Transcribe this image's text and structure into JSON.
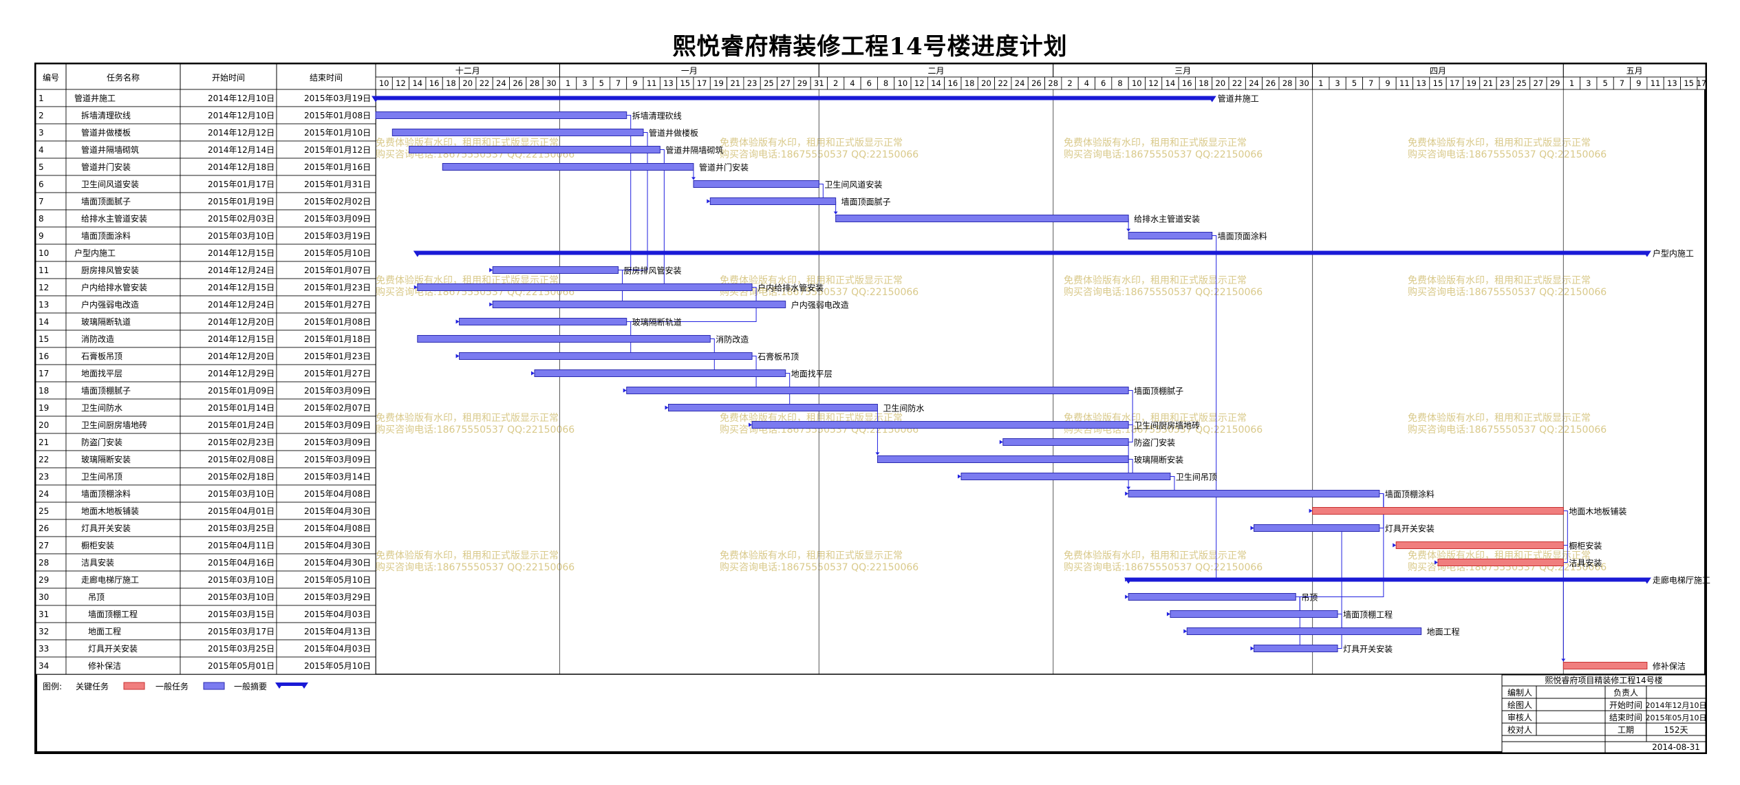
{
  "title": "熙悦睿府精装修工程14号楼进度计划",
  "colors": {
    "summary": "#1a1ad6",
    "normal_fill": "#7b7bf0",
    "normal_stroke": "#2a2ab0",
    "critical_fill": "#f07e7e",
    "critical_stroke": "#c83030",
    "link": "#2020e0",
    "watermark": "#d9c98a",
    "grid": "#000000"
  },
  "headers": {
    "id": "编号",
    "name": "任务名称",
    "start": "开始时间",
    "end": "结束时间"
  },
  "months": [
    {
      "label": "十二月",
      "start": "2014-12-10",
      "end": "2014-12-31"
    },
    {
      "label": "一月",
      "start": "2015-01-01",
      "end": "2015-01-31"
    },
    {
      "label": "二月",
      "start": "2015-02-01",
      "end": "2015-02-28"
    },
    {
      "label": "三月",
      "start": "2015-03-01",
      "end": "2015-03-31"
    },
    {
      "label": "四月",
      "start": "2015-04-01",
      "end": "2015-04-30"
    },
    {
      "label": "五月",
      "start": "2015-05-01",
      "end": "2015-05-17"
    }
  ],
  "day_ticks": [
    {
      "date": "2014-12-10",
      "label": "10"
    },
    {
      "date": "2014-12-12",
      "label": "12"
    },
    {
      "date": "2014-12-14",
      "label": "14"
    },
    {
      "date": "2014-12-16",
      "label": "16"
    },
    {
      "date": "2014-12-18",
      "label": "18"
    },
    {
      "date": "2014-12-20",
      "label": "20"
    },
    {
      "date": "2014-12-22",
      "label": "22"
    },
    {
      "date": "2014-12-24",
      "label": "24"
    },
    {
      "date": "2014-12-26",
      "label": "26"
    },
    {
      "date": "2014-12-28",
      "label": "28"
    },
    {
      "date": "2014-12-30",
      "label": "30"
    },
    {
      "date": "2015-01-01",
      "label": "1"
    },
    {
      "date": "2015-01-03",
      "label": "3"
    },
    {
      "date": "2015-01-05",
      "label": "5"
    },
    {
      "date": "2015-01-07",
      "label": "7"
    },
    {
      "date": "2015-01-09",
      "label": "9"
    },
    {
      "date": "2015-01-11",
      "label": "11"
    },
    {
      "date": "2015-01-13",
      "label": "13"
    },
    {
      "date": "2015-01-15",
      "label": "15"
    },
    {
      "date": "2015-01-17",
      "label": "17"
    },
    {
      "date": "2015-01-19",
      "label": "19"
    },
    {
      "date": "2015-01-21",
      "label": "21"
    },
    {
      "date": "2015-01-23",
      "label": "23"
    },
    {
      "date": "2015-01-25",
      "label": "25"
    },
    {
      "date": "2015-01-27",
      "label": "27"
    },
    {
      "date": "2015-01-29",
      "label": "29"
    },
    {
      "date": "2015-01-31",
      "label": "31"
    },
    {
      "date": "2015-02-02",
      "label": "2"
    },
    {
      "date": "2015-02-04",
      "label": "4"
    },
    {
      "date": "2015-02-06",
      "label": "6"
    },
    {
      "date": "2015-02-08",
      "label": "8"
    },
    {
      "date": "2015-02-10",
      "label": "10"
    },
    {
      "date": "2015-02-12",
      "label": "12"
    },
    {
      "date": "2015-02-14",
      "label": "14"
    },
    {
      "date": "2015-02-16",
      "label": "16"
    },
    {
      "date": "2015-02-18",
      "label": "18"
    },
    {
      "date": "2015-02-20",
      "label": "20"
    },
    {
      "date": "2015-02-22",
      "label": "22"
    },
    {
      "date": "2015-02-24",
      "label": "24"
    },
    {
      "date": "2015-02-26",
      "label": "26"
    },
    {
      "date": "2015-02-28",
      "label": "28"
    },
    {
      "date": "2015-03-02",
      "label": "2"
    },
    {
      "date": "2015-03-04",
      "label": "4"
    },
    {
      "date": "2015-03-06",
      "label": "6"
    },
    {
      "date": "2015-03-08",
      "label": "8"
    },
    {
      "date": "2015-03-10",
      "label": "10"
    },
    {
      "date": "2015-03-12",
      "label": "12"
    },
    {
      "date": "2015-03-14",
      "label": "14"
    },
    {
      "date": "2015-03-16",
      "label": "16"
    },
    {
      "date": "2015-03-18",
      "label": "18"
    },
    {
      "date": "2015-03-20",
      "label": "20"
    },
    {
      "date": "2015-03-22",
      "label": "22"
    },
    {
      "date": "2015-03-24",
      "label": "24"
    },
    {
      "date": "2015-03-26",
      "label": "26"
    },
    {
      "date": "2015-03-28",
      "label": "28"
    },
    {
      "date": "2015-03-30",
      "label": "30"
    },
    {
      "date": "2015-04-01",
      "label": "1"
    },
    {
      "date": "2015-04-03",
      "label": "3"
    },
    {
      "date": "2015-04-05",
      "label": "5"
    },
    {
      "date": "2015-04-07",
      "label": "7"
    },
    {
      "date": "2015-04-09",
      "label": "9"
    },
    {
      "date": "2015-04-11",
      "label": "11"
    },
    {
      "date": "2015-04-13",
      "label": "13"
    },
    {
      "date": "2015-04-15",
      "label": "15"
    },
    {
      "date": "2015-04-17",
      "label": "17"
    },
    {
      "date": "2015-04-19",
      "label": "19"
    },
    {
      "date": "2015-04-21",
      "label": "21"
    },
    {
      "date": "2015-04-23",
      "label": "23"
    },
    {
      "date": "2015-04-25",
      "label": "25"
    },
    {
      "date": "2015-04-27",
      "label": "27"
    },
    {
      "date": "2015-04-29",
      "label": "29"
    },
    {
      "date": "2015-05-01",
      "label": "1"
    },
    {
      "date": "2015-05-03",
      "label": "3"
    },
    {
      "date": "2015-05-05",
      "label": "5"
    },
    {
      "date": "2015-05-07",
      "label": "7"
    },
    {
      "date": "2015-05-09",
      "label": "9"
    },
    {
      "date": "2015-05-11",
      "label": "11"
    },
    {
      "date": "2015-05-13",
      "label": "13"
    },
    {
      "date": "2015-05-15",
      "label": "15"
    },
    {
      "date": "2015-05-17",
      "label": "17"
    }
  ],
  "chart_data": {
    "type": "gantt",
    "title": "熙悦睿府精装修工程14号楼进度计划",
    "x_range": [
      "2014-12-10",
      "2015-05-18"
    ],
    "tasks": [
      {
        "id": "1",
        "name": "管道井施工",
        "start_text": "2014年12月10日",
        "end_text": "2015年03月19日",
        "start": "2014-12-10",
        "end": "2015-03-19",
        "kind": "summary",
        "indent": 0
      },
      {
        "id": "2",
        "name": "拆墙清理砍线",
        "start_text": "2014年12月10日",
        "end_text": "2015年01月08日",
        "start": "2014-12-10",
        "end": "2015-01-08",
        "kind": "normal",
        "indent": 1
      },
      {
        "id": "3",
        "name": "管道井做楼板",
        "start_text": "2014年12月12日",
        "end_text": "2015年01月10日",
        "start": "2014-12-12",
        "end": "2015-01-10",
        "kind": "normal",
        "indent": 1
      },
      {
        "id": "4",
        "name": "管道井隔墙砌筑",
        "start_text": "2014年12月14日",
        "end_text": "2015年01月12日",
        "start": "2014-12-14",
        "end": "2015-01-12",
        "kind": "normal",
        "indent": 1
      },
      {
        "id": "5",
        "name": "管道井门安装",
        "start_text": "2014年12月18日",
        "end_text": "2015年01月16日",
        "start": "2014-12-18",
        "end": "2015-01-16",
        "kind": "normal",
        "indent": 1
      },
      {
        "id": "6",
        "name": "卫生间风道安装",
        "start_text": "2015年01月17日",
        "end_text": "2015年01月31日",
        "start": "2015-01-17",
        "end": "2015-01-31",
        "kind": "normal",
        "indent": 1
      },
      {
        "id": "7",
        "name": "墙面顶面腻子",
        "start_text": "2015年01月19日",
        "end_text": "2015年02月02日",
        "start": "2015-01-19",
        "end": "2015-02-02",
        "kind": "normal",
        "indent": 1
      },
      {
        "id": "8",
        "name": "给排水主管道安装",
        "start_text": "2015年02月03日",
        "end_text": "2015年03月09日",
        "start": "2015-02-03",
        "end": "2015-03-09",
        "kind": "normal",
        "indent": 1
      },
      {
        "id": "9",
        "name": "墙面顶面涂料",
        "start_text": "2015年03月10日",
        "end_text": "2015年03月19日",
        "start": "2015-03-10",
        "end": "2015-03-19",
        "kind": "normal",
        "indent": 1
      },
      {
        "id": "10",
        "name": "户型内施工",
        "start_text": "2014年12月15日",
        "end_text": "2015年05月10日",
        "start": "2014-12-15",
        "end": "2015-05-10",
        "kind": "summary",
        "indent": 0
      },
      {
        "id": "11",
        "name": "厨房排风管安装",
        "start_text": "2014年12月24日",
        "end_text": "2015年01月07日",
        "start": "2014-12-24",
        "end": "2015-01-07",
        "kind": "normal",
        "indent": 1
      },
      {
        "id": "12",
        "name": "户内给排水管安装",
        "start_text": "2014年12月15日",
        "end_text": "2015年01月23日",
        "start": "2014-12-15",
        "end": "2015-01-23",
        "kind": "normal",
        "indent": 1
      },
      {
        "id": "13",
        "name": "户内强弱电改造",
        "start_text": "2014年12月24日",
        "end_text": "2015年01月27日",
        "start": "2014-12-24",
        "end": "2015-01-27",
        "kind": "normal",
        "indent": 1
      },
      {
        "id": "14",
        "name": "玻璃隔断轨道",
        "start_text": "2014年12月20日",
        "end_text": "2015年01月08日",
        "start": "2014-12-20",
        "end": "2015-01-08",
        "kind": "normal",
        "indent": 1
      },
      {
        "id": "15",
        "name": "消防改造",
        "start_text": "2014年12月15日",
        "end_text": "2015年01月18日",
        "start": "2014-12-15",
        "end": "2015-01-18",
        "kind": "normal",
        "indent": 1
      },
      {
        "id": "16",
        "name": "石膏板吊顶",
        "start_text": "2014年12月20日",
        "end_text": "2015年01月23日",
        "start": "2014-12-20",
        "end": "2015-01-23",
        "kind": "normal",
        "indent": 1
      },
      {
        "id": "17",
        "name": "地面找平层",
        "start_text": "2014年12月29日",
        "end_text": "2015年01月27日",
        "start": "2014-12-29",
        "end": "2015-01-27",
        "kind": "normal",
        "indent": 1
      },
      {
        "id": "18",
        "name": "墙面顶棚腻子",
        "start_text": "2015年01月09日",
        "end_text": "2015年03月09日",
        "start": "2015-01-09",
        "end": "2015-03-09",
        "kind": "normal",
        "indent": 1
      },
      {
        "id": "19",
        "name": "卫生间防水",
        "start_text": "2015年01月14日",
        "end_text": "2015年02月07日",
        "start": "2015-01-14",
        "end": "2015-02-07",
        "kind": "normal",
        "indent": 1
      },
      {
        "id": "20",
        "name": "卫生间厨房墙地砖",
        "start_text": "2015年01月24日",
        "end_text": "2015年03月09日",
        "start": "2015-01-24",
        "end": "2015-03-09",
        "kind": "normal",
        "indent": 1
      },
      {
        "id": "21",
        "name": "防盗门安装",
        "start_text": "2015年02月23日",
        "end_text": "2015年03月09日",
        "start": "2015-02-23",
        "end": "2015-03-09",
        "kind": "normal",
        "indent": 1
      },
      {
        "id": "22",
        "name": "玻璃隔断安装",
        "start_text": "2015年02月08日",
        "end_text": "2015年03月09日",
        "start": "2015-02-08",
        "end": "2015-03-09",
        "kind": "normal",
        "indent": 1
      },
      {
        "id": "23",
        "name": "卫生间吊顶",
        "start_text": "2015年02月18日",
        "end_text": "2015年03月14日",
        "start": "2015-02-18",
        "end": "2015-03-14",
        "kind": "normal",
        "indent": 1
      },
      {
        "id": "24",
        "name": "墙面顶棚涂料",
        "start_text": "2015年03月10日",
        "end_text": "2015年04月08日",
        "start": "2015-03-10",
        "end": "2015-04-08",
        "kind": "normal",
        "indent": 1
      },
      {
        "id": "25",
        "name": "地面木地板铺装",
        "start_text": "2015年04月01日",
        "end_text": "2015年04月30日",
        "start": "2015-04-01",
        "end": "2015-04-30",
        "kind": "critical",
        "indent": 1
      },
      {
        "id": "26",
        "name": "灯具开关安装",
        "start_text": "2015年03月25日",
        "end_text": "2015年04月08日",
        "start": "2015-03-25",
        "end": "2015-04-08",
        "kind": "normal",
        "indent": 1
      },
      {
        "id": "27",
        "name": "橱柜安装",
        "start_text": "2015年04月11日",
        "end_text": "2015年04月30日",
        "start": "2015-04-11",
        "end": "2015-04-30",
        "kind": "critical",
        "indent": 1
      },
      {
        "id": "28",
        "name": "洁具安装",
        "start_text": "2015年04月16日",
        "end_text": "2015年04月30日",
        "start": "2015-04-16",
        "end": "2015-04-30",
        "kind": "critical",
        "indent": 1
      },
      {
        "id": "29",
        "name": "走廊电梯厅施工",
        "start_text": "2015年03月10日",
        "end_text": "2015年05月10日",
        "start": "2015-03-10",
        "end": "2015-05-10",
        "kind": "summary",
        "indent": 1
      },
      {
        "id": "30",
        "name": "吊顶",
        "start_text": "2015年03月10日",
        "end_text": "2015年03月29日",
        "start": "2015-03-10",
        "end": "2015-03-29",
        "kind": "normal",
        "indent": 2
      },
      {
        "id": "31",
        "name": "墙面顶棚工程",
        "start_text": "2015年03月15日",
        "end_text": "2015年04月03日",
        "start": "2015-03-15",
        "end": "2015-04-03",
        "kind": "normal",
        "indent": 2
      },
      {
        "id": "32",
        "name": "地面工程",
        "start_text": "2015年03月17日",
        "end_text": "2015年04月13日",
        "start": "2015-03-17",
        "end": "2015-04-13",
        "kind": "normal",
        "indent": 2
      },
      {
        "id": "33",
        "name": "灯具开关安装",
        "start_text": "2015年03月25日",
        "end_text": "2015年04月03日",
        "start": "2015-03-25",
        "end": "2015-04-03",
        "kind": "normal",
        "indent": 2
      },
      {
        "id": "34",
        "name": "修补保洁",
        "start_text": "2015年05月01日",
        "end_text": "2015年05月10日",
        "start": "2015-05-01",
        "end": "2015-05-10",
        "kind": "critical",
        "indent": 2
      }
    ],
    "links": [
      [
        "2",
        "11"
      ],
      [
        "3",
        "11"
      ],
      [
        "4",
        "12"
      ],
      [
        "5",
        "6"
      ],
      [
        "6",
        "7"
      ],
      [
        "7",
        "8"
      ],
      [
        "8",
        "9"
      ],
      [
        "11",
        "13"
      ],
      [
        "12",
        "14"
      ],
      [
        "14",
        "16"
      ],
      [
        "15",
        "17"
      ],
      [
        "16",
        "18"
      ],
      [
        "17",
        "19"
      ],
      [
        "18",
        "20"
      ],
      [
        "19",
        "22"
      ],
      [
        "20",
        "21"
      ],
      [
        "21",
        "24"
      ],
      [
        "22",
        "23"
      ],
      [
        "23",
        "24"
      ],
      [
        "24",
        "25"
      ],
      [
        "24",
        "26"
      ],
      [
        "25",
        "27"
      ],
      [
        "27",
        "28"
      ],
      [
        "28",
        "34"
      ],
      [
        "24",
        "30"
      ],
      [
        "30",
        "31"
      ],
      [
        "31",
        "32"
      ],
      [
        "30",
        "33"
      ],
      [
        "33",
        "26"
      ],
      [
        "9",
        "29"
      ]
    ]
  },
  "watermark": {
    "line1": "免费体验版有水印，租用和正式版显示正常",
    "line2": "购买咨询电话:18675550537 QQ:22150066"
  },
  "legend": {
    "label": "图例:",
    "critical": "关键任务",
    "normal": "一般任务",
    "summary": "一般摘要"
  },
  "info_box": {
    "title": "熙悦睿府项目精装修工程14号楼",
    "editor_label": "编制人",
    "drawer_label": "绘图人",
    "reviewer_label": "审核人",
    "checker_label": "校对人",
    "owner_label": "负责人",
    "start_label": "开始时间",
    "end_label": "结束时间",
    "duration_label": "工期",
    "start_value": "2014年12月10日",
    "end_value": "2015年05月10日",
    "duration_value": "152天",
    "date_value": "2014-08-31"
  }
}
